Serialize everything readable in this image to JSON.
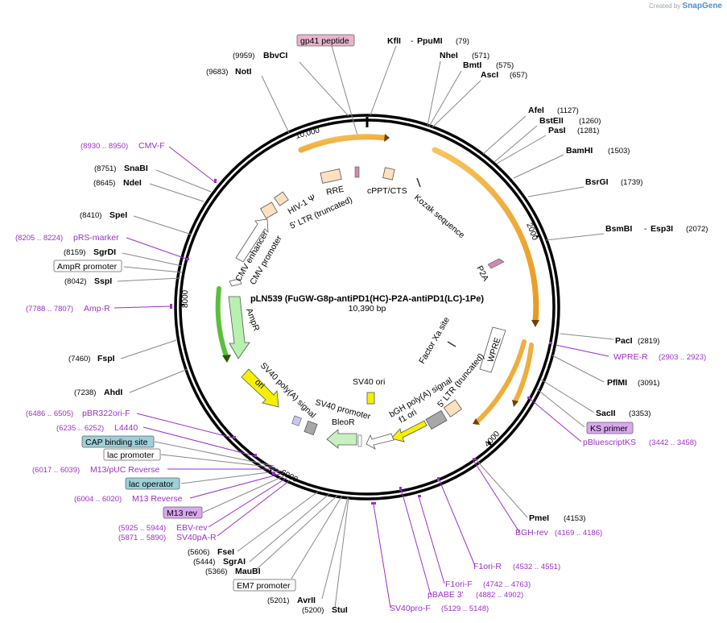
{
  "credit": {
    "prefix": "Created by",
    "brand": "SnapGene"
  },
  "plasmid": {
    "name": "pLN539 (FuGW-G8p-antiPD1(HC)-P2A-antiPD1(LC)-1Pe)",
    "size": "10,390 bp"
  },
  "colors": {
    "enzyme": "#000000",
    "primer": "#9b2fc9",
    "orange_feature": "#f3a628",
    "yellow_feature": "#fbf020",
    "green_feature": "#6fd44c"
  },
  "right_labels": [
    {
      "name": "KflI",
      "name2": "PpuMI",
      "pos": "(79)"
    },
    {
      "name": "NheI",
      "pos": "(571)"
    },
    {
      "name": "BmtI",
      "pos": "(575)"
    },
    {
      "name": "AscI",
      "pos": "(657)"
    },
    {
      "name": "AfeI",
      "pos": "(1127)"
    },
    {
      "name": "BstEII",
      "pos": "(1260)"
    },
    {
      "name": "PasI",
      "pos": "(1281)"
    },
    {
      "name": "BamHI",
      "pos": "(1503)"
    },
    {
      "name": "BsrGI",
      "pos": "(1739)"
    },
    {
      "name": "BsmBI",
      "name2": "Esp3I",
      "pos": "(2072)"
    },
    {
      "name": "PacI",
      "pos": "(2819)"
    },
    {
      "name": "WPRE-R",
      "pos": "(2903 .. 2923)",
      "primer": true
    },
    {
      "name": "PflMI",
      "pos": "(3091)"
    },
    {
      "name": "SacII",
      "pos": "(3353)"
    },
    {
      "name": "KS primer",
      "boxed": "violet"
    },
    {
      "name": "pBluescriptKS",
      "pos": "(3442 .. 3458)",
      "primer": true
    },
    {
      "name": "PmeI",
      "pos": "(4153)"
    },
    {
      "name": "BGH-rev",
      "pos": "(4169 .. 4186)",
      "primer": true
    },
    {
      "name": "F1ori-R",
      "pos": "(4532 .. 4551)",
      "primer": true
    },
    {
      "name": "F1ori-F",
      "pos": "(4742 .. 4763)",
      "primer": true
    },
    {
      "name": "pBABE 3'",
      "pos": "(4882 .. 4902)",
      "primer": true
    },
    {
      "name": "SV40pro-F",
      "pos": "(5129 .. 5148)",
      "primer": true
    }
  ],
  "left_labels": [
    {
      "name": "gp41 peptide",
      "boxed": "pink"
    },
    {
      "name": "BbvCI",
      "pos": "(9959)"
    },
    {
      "name": "NotI",
      "pos": "(9683)"
    },
    {
      "name": "CMV-F",
      "pos": "(8930 .. 8950)",
      "primer": true
    },
    {
      "name": "SnaBI",
      "pos": "(8751)"
    },
    {
      "name": "NdeI",
      "pos": "(8645)"
    },
    {
      "name": "SpeI",
      "pos": "(8410)"
    },
    {
      "name": "pRS-marker",
      "pos": "(8205 .. 8224)",
      "primer": true
    },
    {
      "name": "SgrDI",
      "pos": "(8159)"
    },
    {
      "name": "AmpR promoter",
      "boxed": "white"
    },
    {
      "name": "SspI",
      "pos": "(8042)"
    },
    {
      "name": "Amp-R",
      "pos": "(7788 .. 7807)",
      "primer": true
    },
    {
      "name": "FspI",
      "pos": "(7460)"
    },
    {
      "name": "AhdI",
      "pos": "(7238)"
    },
    {
      "name": "pBR322ori-F",
      "pos": "(6486 .. 6505)",
      "primer": true
    },
    {
      "name": "L4440",
      "pos": "(6235 .. 6252)",
      "primer": true
    },
    {
      "name": "CAP binding site",
      "boxed": "teal"
    },
    {
      "name": "lac promoter",
      "boxed": "white"
    },
    {
      "name": "M13/pUC Reverse",
      "pos": "(6017 .. 6039)",
      "primer": true
    },
    {
      "name": "lac operator",
      "boxed": "teal"
    },
    {
      "name": "M13 Reverse",
      "pos": "(6004 .. 6020)",
      "primer": true
    },
    {
      "name": "M13 rev",
      "boxed": "violet"
    },
    {
      "name": "EBV-rev",
      "pos": "(5925 .. 5944)",
      "primer": true
    },
    {
      "name": "SV40pA-R",
      "pos": "(5871 .. 5890)",
      "primer": true
    },
    {
      "name": "FseI",
      "pos": "(5606)"
    },
    {
      "name": "SgrAI",
      "pos": "(5444)"
    },
    {
      "name": "MauBI",
      "pos": "(5366)"
    },
    {
      "name": "EM7 promoter",
      "boxed": "white"
    },
    {
      "name": "AvrII",
      "pos": "(5201)"
    },
    {
      "name": "StuI",
      "pos": "(5200)"
    }
  ],
  "ticks": [
    "10,000",
    "2000",
    "4000",
    "6000",
    "8000"
  ],
  "inner_labels": [
    "HIV-1 Ψ",
    "RRE",
    "5' LTR (truncated)",
    "cPPT/CTS",
    "Kozak sequence",
    "P2A",
    "CMV enhancer",
    "CMV promoter",
    "AmpR",
    "ori",
    "SV40 poly(A) signal",
    "SV40 promoter",
    "BleoR",
    "SV40 ori",
    "f1 ori",
    "bGH poly(A) signal",
    "5' LTR (truncated)",
    "WPRE",
    "Factor Xa site"
  ]
}
